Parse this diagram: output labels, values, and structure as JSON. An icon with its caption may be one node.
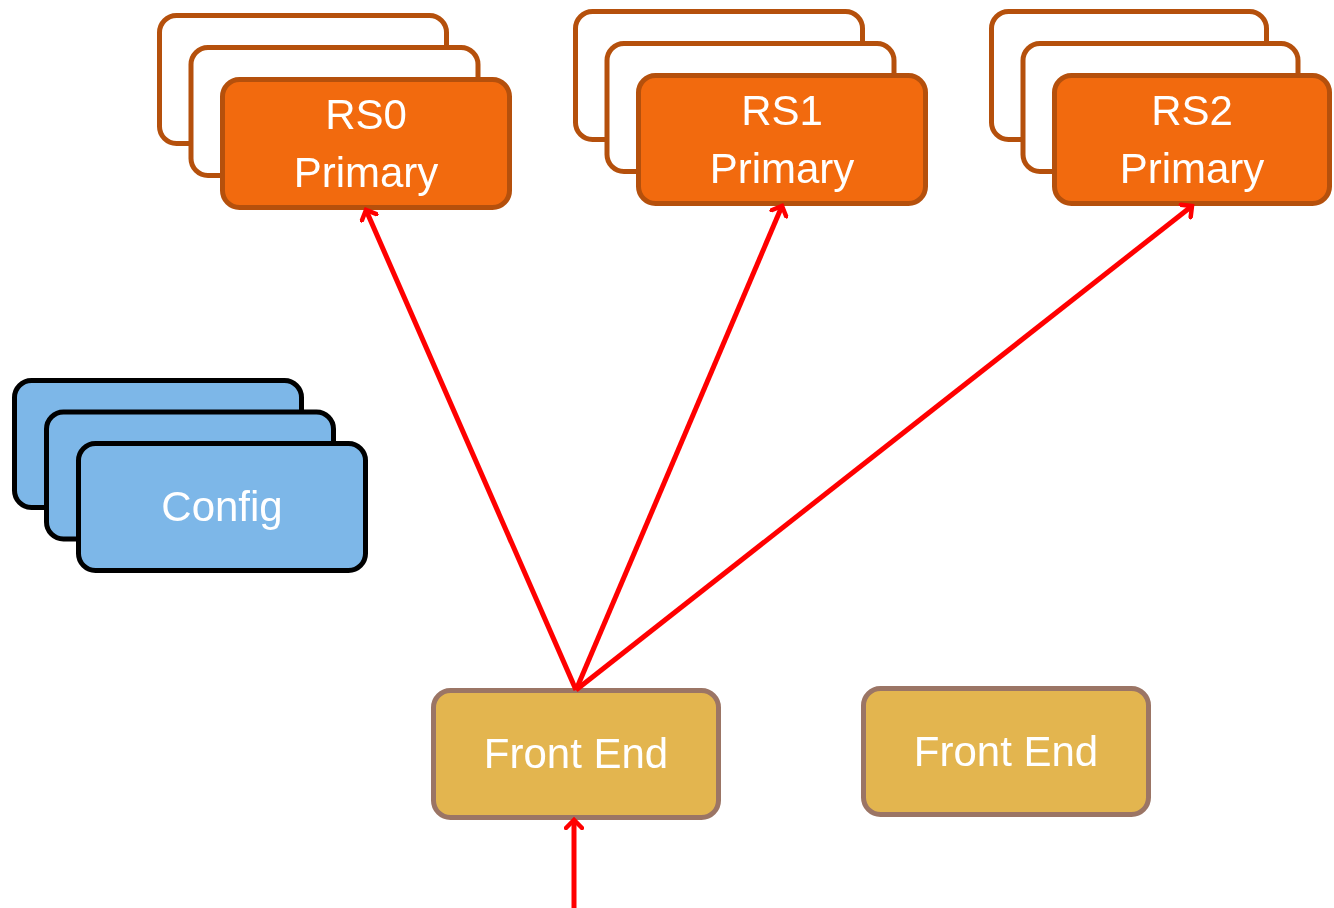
{
  "diagram": {
    "nodes": [
      {
        "text": [
          "RS0 Primary"
        ]
      },
      {
        "text": [
          "RS1 Primary"
        ]
      },
      {
        "text": [
          "RS2 Primary"
        ]
      },
      {
        "text": [
          "Config"
        ]
      },
      {
        "text": [
          "Front End"
        ]
      },
      {
        "text": [
          "Front End"
        ]
      }
    ],
    "edges": [
      {
        "from": 4,
        "to": 0,
        "arrow": "to"
      },
      {
        "from": 4,
        "to": 1,
        "arrow": "to"
      },
      {
        "from": 4,
        "to": 2,
        "arrow": "to"
      },
      {
        "from": null,
        "to": 4,
        "arrow": "to"
      }
    ]
  }
}
